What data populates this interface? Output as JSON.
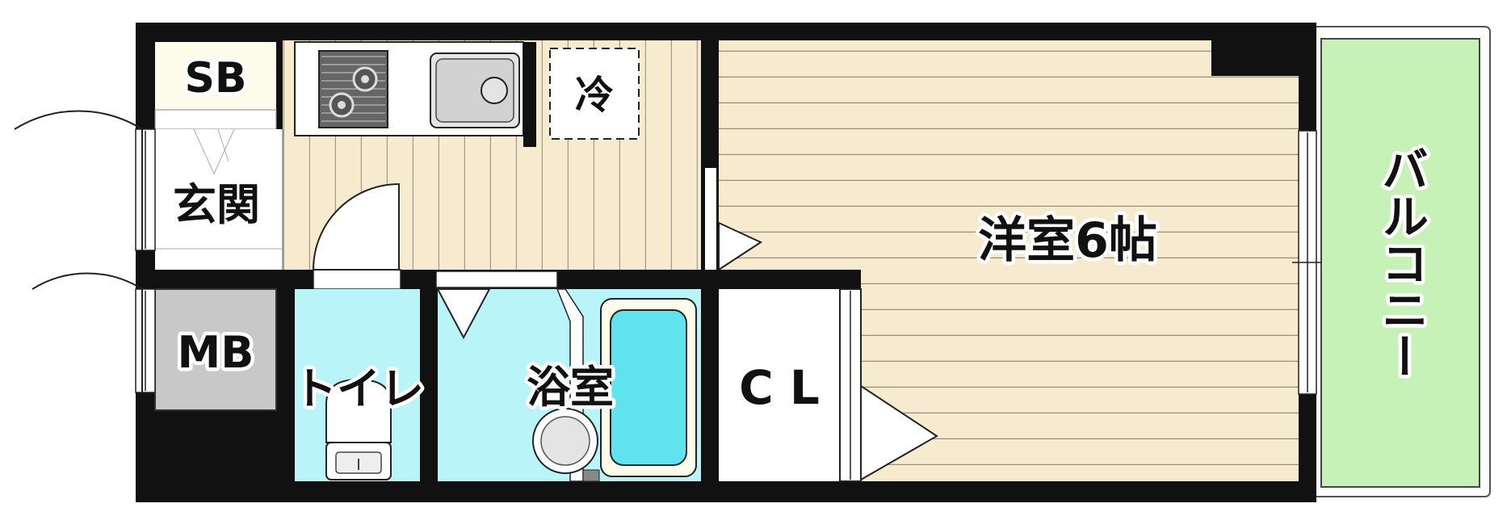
{
  "rooms": {
    "sb": "SB",
    "entrance": "玄関",
    "mb": "MB",
    "toilet": "トイレ",
    "bath": "浴室",
    "closet": "C L",
    "western_room": "洋室6帖",
    "balcony": "バルコニー",
    "fridge": "冷"
  },
  "colors": {
    "wall": "#111111",
    "floor_wood": "#f7ebcf",
    "floor_lines": "#8f8f8f",
    "wet_area": "#b9f4f8",
    "balcony": "#c6f2b8",
    "mb_fill": "#c8c8c8",
    "sb_fill": "#fdfbea",
    "white_room": "#ffffff",
    "fixture_gray": "#e4e4e4"
  },
  "icons": [
    "gas-stove-icon",
    "sink-icon",
    "toilet-icon",
    "bathtub-icon",
    "washbasin-icon",
    "door-swing-icon"
  ]
}
